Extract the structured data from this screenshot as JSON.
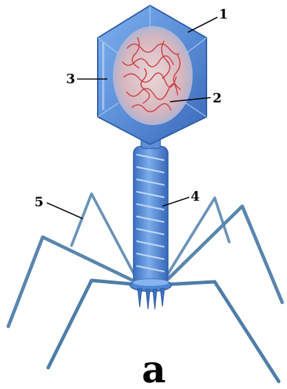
{
  "figure": {
    "panel_letter": "a",
    "labels": [
      "1",
      "2",
      "3",
      "4",
      "5"
    ]
  },
  "colors": {
    "capsid": "#5b8fd8",
    "capsid_edge": "#3f6fc0",
    "dna": "#c9434a",
    "interior": "#e8c9c6",
    "tail": "#4f86d4",
    "fiber": "#5a86ad"
  },
  "icons": [
    "bacteriophage-capsid",
    "dna-coil",
    "tail-sheath",
    "tail-fiber"
  ]
}
